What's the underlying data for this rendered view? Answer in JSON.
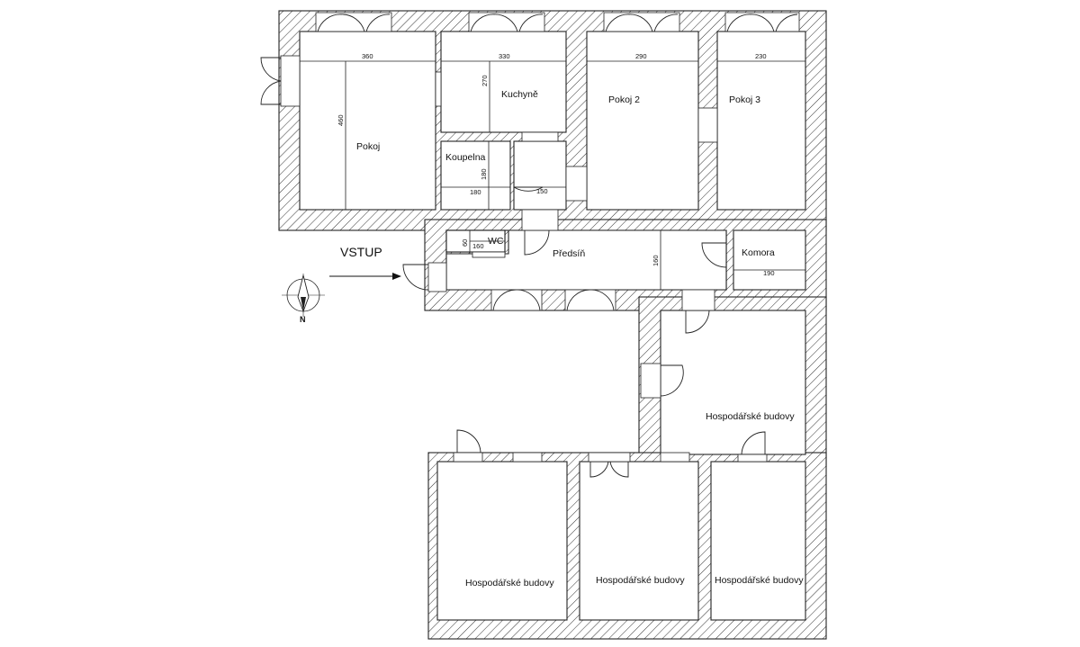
{
  "plan": {
    "entrance_label": "VSTUP",
    "north_label": "N",
    "rooms": [
      {
        "id": "pokoj",
        "label": "Pokoj"
      },
      {
        "id": "kuchyne",
        "label": "Kuchyně"
      },
      {
        "id": "pokoj2",
        "label": "Pokoj 2"
      },
      {
        "id": "pokoj3",
        "label": "Pokoj 3"
      },
      {
        "id": "koupelna",
        "label": "Koupelna"
      },
      {
        "id": "wc",
        "label": "WC"
      },
      {
        "id": "predsin",
        "label": "Předsíň"
      },
      {
        "id": "komora",
        "label": "Komora"
      },
      {
        "id": "hosp1",
        "label": "Hospodářské budovy"
      },
      {
        "id": "hosp2",
        "label": "Hospodářské budovy"
      },
      {
        "id": "hosp3",
        "label": "Hospodářské budovy"
      },
      {
        "id": "hosp4",
        "label": "Hospodářské budovy"
      }
    ],
    "dimensions": {
      "pokoj_width": "360",
      "pokoj_height": "460",
      "kuchyne_width": "330",
      "kuchyne_height": "270",
      "pokoj2_width": "290",
      "pokoj3_width": "230",
      "koupelna_width": "180",
      "koupelna_height": "180",
      "hall_small_width": "150",
      "wc_height": "60",
      "wc_width": "160",
      "predsin_height": "160",
      "komora_width": "190"
    },
    "colors": {
      "wall_stroke": "#222222",
      "background": "#ffffff"
    }
  }
}
